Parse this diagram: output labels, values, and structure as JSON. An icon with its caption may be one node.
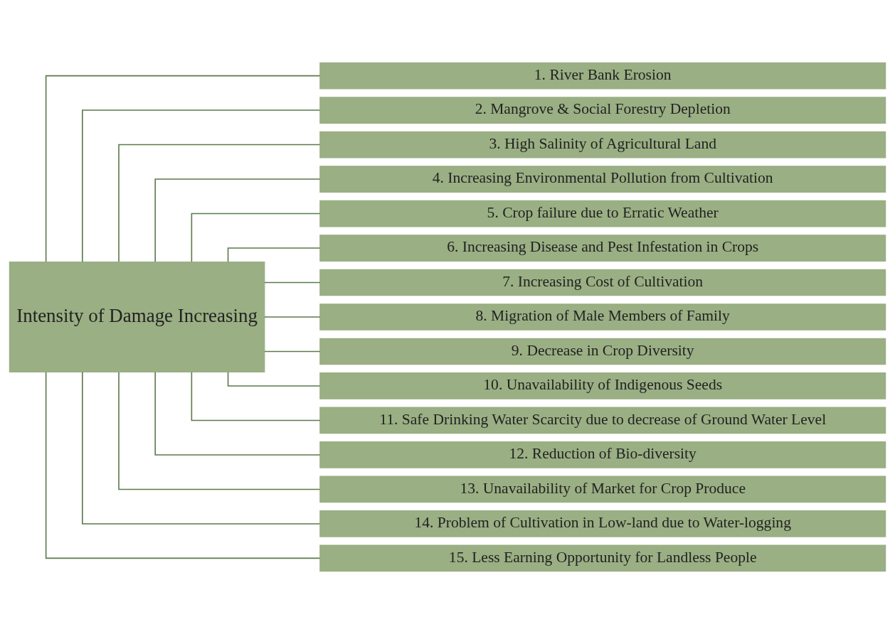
{
  "diagram": {
    "nodes": [
      {
        "text": [
          "Intensity of Damage Increasing"
        ]
      },
      {
        "text": [
          "1. River Bank Erosion"
        ]
      },
      {
        "text": [
          "2. Mangrove & Social Forestry Depletion"
        ]
      },
      {
        "text": [
          "3. High Salinity of Agricultural Land"
        ]
      },
      {
        "text": [
          "4. Increasing Environmental Pollution from Cultivation"
        ]
      },
      {
        "text": [
          "5. Crop failure due to Erratic Weather"
        ]
      },
      {
        "text": [
          "6. Increasing Disease and Pest Infestation in Crops"
        ]
      },
      {
        "text": [
          "7. Increasing Cost of Cultivation"
        ]
      },
      {
        "text": [
          "8. Migration of Male Members of Family"
        ]
      },
      {
        "text": [
          "9. Decrease in Crop Diversity"
        ]
      },
      {
        "text": [
          "10. Unavailability of Indigenous Seeds"
        ]
      },
      {
        "text": [
          "11. Safe Drinking Water Scarcity due to decrease of Ground Water Level"
        ]
      },
      {
        "text": [
          "12. Reduction of Bio-diversity"
        ]
      },
      {
        "text": [
          "13. Unavailability of Market for Crop Produce"
        ]
      },
      {
        "text": [
          "14. Problem of Cultivation in Low-land due to Water-logging"
        ]
      },
      {
        "text": [
          "15. Less Earning Opportunity for Landless People"
        ]
      }
    ],
    "edges": [
      {
        "from": 0,
        "to": 1,
        "arrow": "none"
      },
      {
        "from": 0,
        "to": 2,
        "arrow": "none"
      },
      {
        "from": 0,
        "to": 3,
        "arrow": "none"
      },
      {
        "from": 0,
        "to": 4,
        "arrow": "none"
      },
      {
        "from": 0,
        "to": 5,
        "arrow": "none"
      },
      {
        "from": 0,
        "to": 6,
        "arrow": "none"
      },
      {
        "from": 0,
        "to": 7,
        "arrow": "none"
      },
      {
        "from": 0,
        "to": 8,
        "arrow": "none"
      },
      {
        "from": 0,
        "to": 9,
        "arrow": "none"
      },
      {
        "from": 0,
        "to": 10,
        "arrow": "none"
      },
      {
        "from": 0,
        "to": 11,
        "arrow": "none"
      },
      {
        "from": 0,
        "to": 12,
        "arrow": "none"
      },
      {
        "from": 0,
        "to": 13,
        "arrow": "none"
      },
      {
        "from": 0,
        "to": 14,
        "arrow": "none"
      },
      {
        "from": 0,
        "to": 15,
        "arrow": "none"
      }
    ]
  }
}
